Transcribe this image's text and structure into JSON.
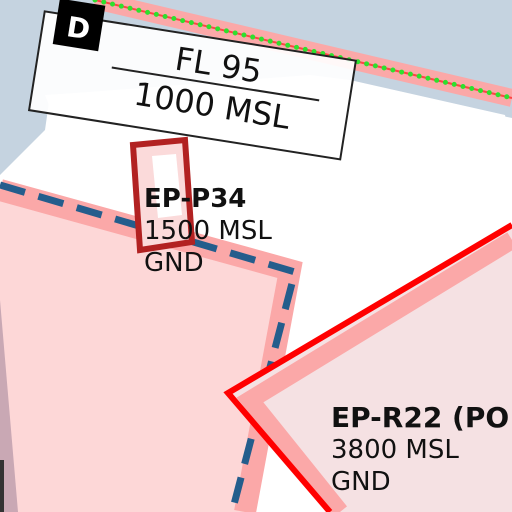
{
  "map": {
    "zone_d": {
      "class_letter": "D",
      "upper_limit": "FL 95",
      "lower_limit": "1000 MSL"
    },
    "ep_p34": {
      "name": "EP-P34",
      "upper_limit": "1500 MSL",
      "lower_limit": "GND"
    },
    "ep_r22": {
      "name": "EP-R22 (PO",
      "upper_limit": "3800 MSL",
      "lower_limit": "GND"
    },
    "colors": {
      "terrain": "#c5d3e0",
      "prohibited_fill": "#fdd7d7",
      "prohibited_border": "#fba8a8",
      "restricted_fill": "#f5e1e3",
      "restricted_border": "#ff0000",
      "tma_dash": "#245d8c",
      "obstacle": "#b22222",
      "route_dots": "#2ee02e"
    }
  }
}
